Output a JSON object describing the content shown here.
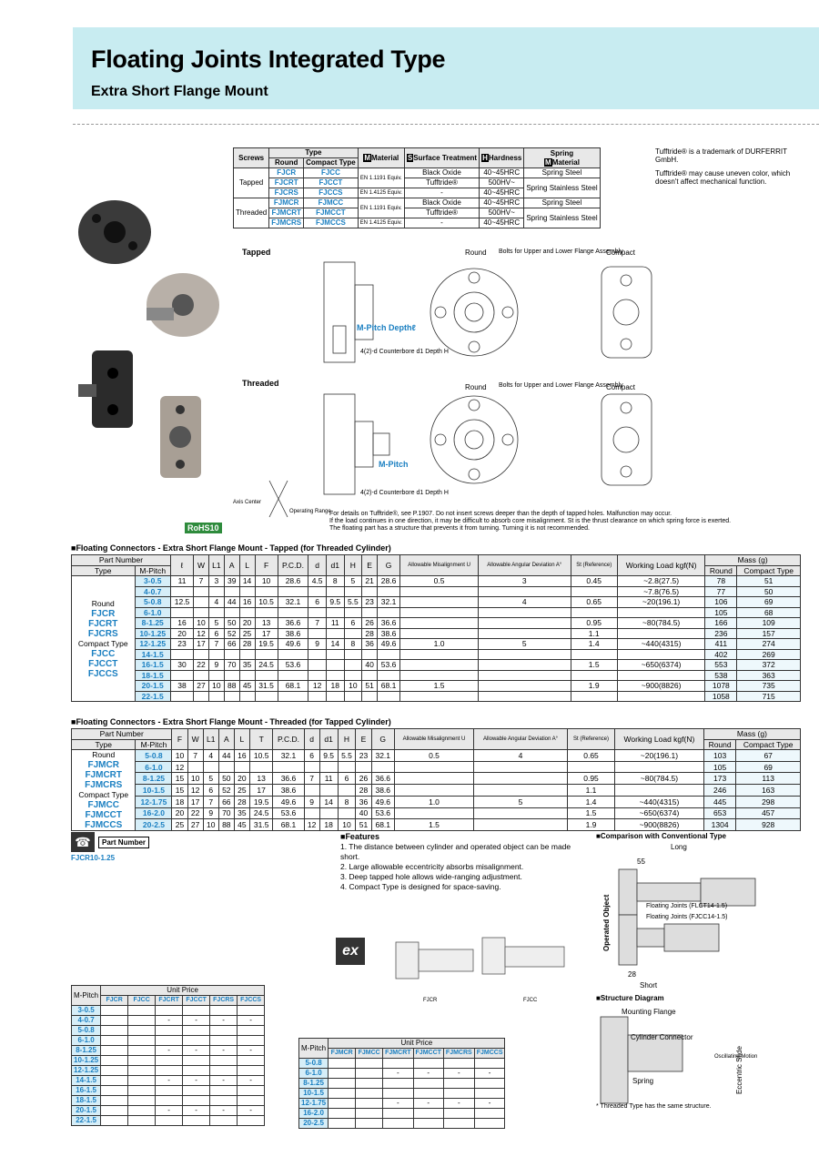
{
  "header": {
    "title": "Floating Joints Integrated Type",
    "subtitle": "Extra Short Flange Mount"
  },
  "spec": {
    "head": {
      "screws": "Screws",
      "type": "Type",
      "round": "Round",
      "compact": "Compact Type",
      "material": "Material",
      "surface": "Surface Treatment",
      "hardness": "Hardness",
      "spring": "Spring",
      "spring_material": "Material"
    },
    "rows": [
      {
        "screws": "Tapped",
        "round": "FJCR",
        "compact": "FJCC",
        "material": "EN 1.1191 Equiv.",
        "surface": "Black Oxide",
        "hardness": "40~45HRC",
        "spring": "Spring Steel"
      },
      {
        "round": "FJCRT",
        "compact": "FJCCT",
        "surface": "Tufftride®",
        "hardness": "500HV~",
        "spring": "Spring Stainless Steel"
      },
      {
        "round": "FJCRS",
        "compact": "FJCCS",
        "material": "EN 1.4125 Equiv.",
        "surface": "-",
        "hardness": "40~45HRC"
      },
      {
        "screws": "Threaded",
        "round": "FJMCR",
        "compact": "FJMCC",
        "material": "EN 1.1191 Equiv.",
        "surface": "Black Oxide",
        "hardness": "40~45HRC",
        "spring": "Spring Steel"
      },
      {
        "round": "FJMCRT",
        "compact": "FJMCCT",
        "surface": "Tufftride®",
        "hardness": "500HV~",
        "spring": "Spring Stainless Steel"
      },
      {
        "round": "FJMCRS",
        "compact": "FJMCCS",
        "material": "EN 1.4125 Equiv.",
        "surface": "-",
        "hardness": "40~45HRC"
      }
    ],
    "notes": [
      "Tufftride® is a trademark of DURFERRIT GmbH.",
      "Tufftride® may cause uneven color, which doesn't affect mechanical function."
    ]
  },
  "drawings": {
    "tapped": "Tapped",
    "threaded": "Threaded",
    "round": "Round",
    "compact": "Compact",
    "bolts": "Bolts for Upper and Lower Flange Assembly",
    "mpitch_depth": "M-Pitch Depthℓ",
    "mpitch": "M-Pitch",
    "counterbore": "4(2)-d Counterbore d1 Depth H",
    "rohs": "RoHS10",
    "footnotes": [
      "For details on Tufftride®, see P.1907.  Do not insert screws deeper than the depth of tapped holes. Malfunction may occur.",
      "If the load continues in one direction, it may be difficult to absorb core misalignment.  St is the thrust clearance on which spring force is exerted.",
      "The floating part has a structure that prevents it from turning. Turning it is not recommended."
    ],
    "axis_center": "Axis Center",
    "operating_range": "Operating Range"
  },
  "tapped_table": {
    "title": "Floating Connectors - Extra Short Flange Mount - Tapped (for Threaded Cylinder)",
    "head": [
      "Part Number",
      "Type",
      "M-Pitch",
      "ℓ",
      "W",
      "L1",
      "A",
      "L",
      "F",
      "P.C.D.",
      "d",
      "d1",
      "H",
      "E",
      "G",
      "Allowable Misalignment U",
      "Allowable Angular Deviation A°",
      "St (Reference)",
      "Working Load kgf(N)",
      "Mass (g)",
      "Round",
      "Compact Type"
    ],
    "types": [
      "Round",
      "FJCR",
      "FJCRT",
      "FJCRS",
      "Compact Type",
      "FJCC",
      "FJCCT",
      "FJCCS"
    ],
    "rows": [
      [
        "3-0.5",
        "11",
        "7",
        "3",
        "39",
        "14",
        "10",
        "28.6",
        "4.5",
        "8",
        "5",
        "21",
        "28.6",
        "0.5",
        "3",
        "0.45",
        "~2.8(27.5)",
        "78",
        "51"
      ],
      [
        "4-0.7",
        "",
        "",
        "",
        "",
        "",
        "",
        "",
        "",
        "",
        "",
        "",
        "",
        "",
        "",
        "",
        "~7.8(76.5)",
        "77",
        "50"
      ],
      [
        "5-0.8",
        "12.5",
        "",
        "4",
        "44",
        "16",
        "10.5",
        "32.1",
        "6",
        "9.5",
        "5.5",
        "23",
        "32.1",
        "",
        "4",
        "0.65",
        "~20(196.1)",
        "106",
        "69"
      ],
      [
        "6-1.0",
        "",
        "",
        "",
        "",
        "",
        "",
        "",
        "",
        "",
        "",
        "",
        "",
        "",
        "",
        "",
        "",
        "105",
        "68"
      ],
      [
        "8-1.25",
        "16",
        "10",
        "5",
        "50",
        "20",
        "13",
        "36.6",
        "7",
        "11",
        "6",
        "26",
        "36.6",
        "",
        "",
        "0.95",
        "~80(784.5)",
        "166",
        "109"
      ],
      [
        "10-1.25",
        "20",
        "12",
        "6",
        "52",
        "25",
        "17",
        "38.6",
        "",
        "",
        "",
        "28",
        "38.6",
        "",
        "",
        "1.1",
        "",
        "236",
        "157"
      ],
      [
        "12-1.25",
        "23",
        "17",
        "7",
        "66",
        "28",
        "19.5",
        "49.6",
        "9",
        "14",
        "8",
        "36",
        "49.6",
        "1.0",
        "5",
        "1.4",
        "~440(4315)",
        "411",
        "274"
      ],
      [
        "14-1.5",
        "",
        "",
        "",
        "",
        "",
        "",
        "",
        "",
        "",
        "",
        "",
        "",
        "",
        "",
        "",
        "",
        "402",
        "269"
      ],
      [
        "16-1.5",
        "30",
        "22",
        "9",
        "70",
        "35",
        "24.5",
        "53.6",
        "",
        "",
        "",
        "40",
        "53.6",
        "",
        "",
        "1.5",
        "~650(6374)",
        "553",
        "372"
      ],
      [
        "18-1.5",
        "",
        "",
        "",
        "",
        "",
        "",
        "",
        "",
        "",
        "",
        "",
        "",
        "",
        "",
        "",
        "",
        "538",
        "363"
      ],
      [
        "20-1.5",
        "38",
        "27",
        "10",
        "88",
        "45",
        "31.5",
        "68.1",
        "12",
        "18",
        "10",
        "51",
        "68.1",
        "1.5",
        "",
        "1.9",
        "~900(8826)",
        "1078",
        "735"
      ],
      [
        "22-1.5",
        "",
        "",
        "",
        "",
        "",
        "",
        "",
        "",
        "",
        "",
        "",
        "",
        "",
        "",
        "",
        "",
        "1058",
        "715"
      ]
    ]
  },
  "threaded_table": {
    "title": "Floating Connectors - Extra Short Flange Mount - Threaded (for Tapped Cylinder)",
    "head": [
      "Part Number",
      "Type",
      "M-Pitch",
      "F",
      "W",
      "L1",
      "A",
      "L",
      "T",
      "P.C.D.",
      "d",
      "d1",
      "H",
      "E",
      "G",
      "Allowable Misalignment U",
      "Allowable Angular Deviation A°",
      "St (Reference)",
      "Working Load kgf(N)",
      "Mass (g)",
      "Round",
      "Compact Type"
    ],
    "types": [
      "Round",
      "FJMCR",
      "FJMCRT",
      "FJMCRS",
      "Compact Type",
      "FJMCC",
      "FJMCCT",
      "FJMCCS"
    ],
    "rows": [
      [
        "5-0.8",
        "10",
        "7",
        "4",
        "44",
        "16",
        "10.5",
        "32.1",
        "6",
        "9.5",
        "5.5",
        "23",
        "32.1",
        "0.5",
        "4",
        "0.65",
        "~20(196.1)",
        "103",
        "67"
      ],
      [
        "6-1.0",
        "12",
        "",
        "",
        "",
        "",
        "",
        "",
        "",
        "",
        "",
        "",
        "",
        "",
        "",
        "",
        "",
        "105",
        "69"
      ],
      [
        "8-1.25",
        "15",
        "10",
        "5",
        "50",
        "20",
        "13",
        "36.6",
        "7",
        "11",
        "6",
        "26",
        "36.6",
        "",
        "",
        "0.95",
        "~80(784.5)",
        "173",
        "113"
      ],
      [
        "10-1.5",
        "15",
        "12",
        "6",
        "52",
        "25",
        "17",
        "38.6",
        "",
        "",
        "",
        "28",
        "38.6",
        "",
        "",
        "1.1",
        "",
        "246",
        "163"
      ],
      [
        "12-1.75",
        "18",
        "17",
        "7",
        "66",
        "28",
        "19.5",
        "49.6",
        "9",
        "14",
        "8",
        "36",
        "49.6",
        "1.0",
        "5",
        "1.4",
        "~440(4315)",
        "445",
        "298"
      ],
      [
        "16-2.0",
        "20",
        "22",
        "9",
        "70",
        "35",
        "24.5",
        "53.6",
        "",
        "",
        "",
        "40",
        "53.6",
        "",
        "",
        "1.5",
        "~650(6374)",
        "653",
        "457"
      ],
      [
        "20-2.5",
        "25",
        "27",
        "10",
        "88",
        "45",
        "31.5",
        "68.1",
        "12",
        "18",
        "10",
        "51",
        "68.1",
        "1.5",
        "",
        "1.9",
        "~900(8826)",
        "1304",
        "928"
      ]
    ]
  },
  "part_number": {
    "label": "Part Number",
    "example": "FJCR10-1.25"
  },
  "features": {
    "title": "Features",
    "items": [
      "1. The distance between cylinder and operated object can be made short.",
      "2. Large allowable eccentricity absorbs misalignment.",
      "3. Deep tapped hole allows wide-ranging adjustment.",
      "4. Compact Type is designed for space-saving."
    ]
  },
  "ex": {
    "label": "ex",
    "fjcr": "FJCR",
    "fjcc": "FJCC"
  },
  "comparison": {
    "title": "Comparison with Conventional Type",
    "long": "Long",
    "dim55": "55",
    "dim28": "28",
    "short": "Short",
    "operated": "Operated Object",
    "conv": "Floating Joints (FLCT14-1.5)",
    "new": "Floating Joints (FJCC14-1.5)"
  },
  "structure": {
    "title": "Structure Diagram",
    "mounting": "Mounting Flange",
    "cyl": "Cylinder Connector",
    "spring": "Spring",
    "osc": "Oscillating Motion",
    "ecc": "Eccentric Slide",
    "note": "* Threaded Type has the same structure."
  },
  "price1": {
    "mpitch": "M-Pitch",
    "unit_price": "Unit Price",
    "cols": [
      "FJCR",
      "FJCC",
      "FJCRT",
      "FJCCT",
      "FJCRS",
      "FJCCS"
    ],
    "rows": [
      "3-0.5",
      "4-0.7",
      "5-0.8",
      "6-1.0",
      "8-1.25",
      "10-1.25",
      "12-1.25",
      "14-1.5",
      "16-1.5",
      "18-1.5",
      "20-1.5",
      "22-1.5"
    ],
    "dash": "-"
  },
  "price2": {
    "mpitch": "M-Pitch",
    "unit_price": "Unit Price",
    "cols": [
      "FJMCR",
      "FJMCC",
      "FJMCRT",
      "FJMCCT",
      "FJMCRS",
      "FJMCCS"
    ],
    "rows": [
      "5-0.8",
      "6-1.0",
      "8-1.25",
      "10-1.5",
      "12-1.75",
      "16-2.0",
      "20-2.5"
    ],
    "dash": "-"
  }
}
